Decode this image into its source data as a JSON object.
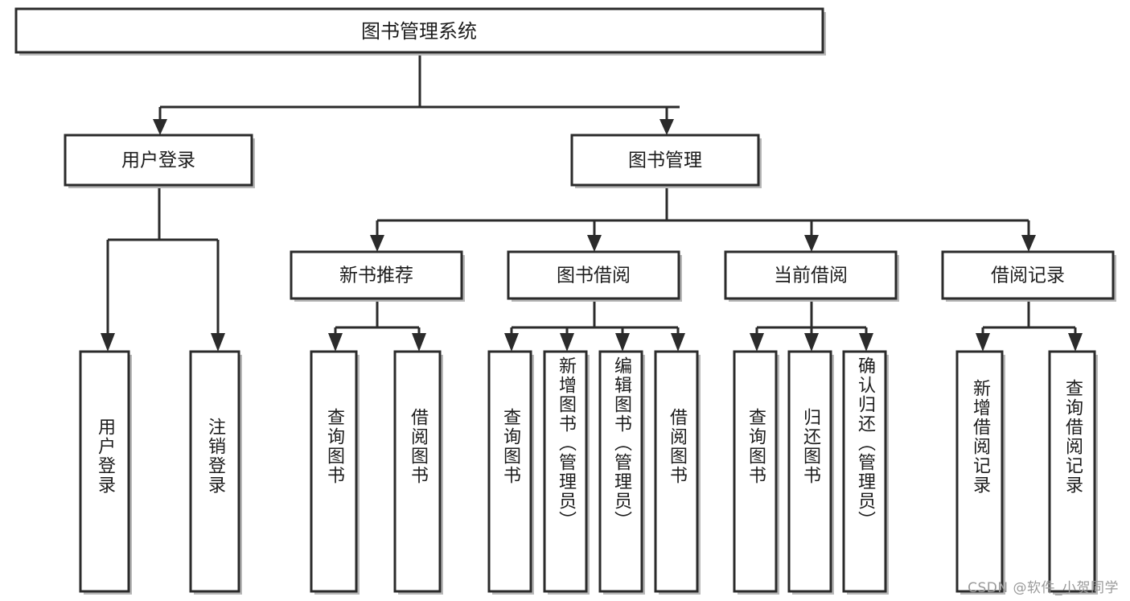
{
  "diagram": {
    "type": "tree-hierarchy-functional-decomposition",
    "title": "图书管理系统",
    "orientation": "top-down",
    "levels": 4,
    "colors": {
      "box_stroke": "#2b2b2b",
      "box_fill": "#ffffff",
      "connector": "#2b2b2b",
      "shadow": "#b8b8b8",
      "text": "#1c1c1c",
      "watermark": "#9a9a9a"
    },
    "root": {
      "id": "root",
      "label": "图书管理系统",
      "level": 0
    },
    "level1": [
      {
        "id": "user-login",
        "label": "用户登录",
        "level": 1,
        "parent": "root"
      },
      {
        "id": "book-management",
        "label": "图书管理",
        "level": 1,
        "parent": "root"
      }
    ],
    "level2": [
      {
        "id": "new-book-recommend",
        "label": "新书推荐",
        "level": 2,
        "parent": "book-management"
      },
      {
        "id": "book-borrow",
        "label": "图书借阅",
        "level": 2,
        "parent": "book-management"
      },
      {
        "id": "current-borrow",
        "label": "当前借阅",
        "level": 2,
        "parent": "book-management"
      },
      {
        "id": "borrow-record",
        "label": "借阅记录",
        "level": 2,
        "parent": "book-management"
      }
    ],
    "leaves": [
      {
        "id": "leaf-user-login",
        "label": "用户登录",
        "parent": "user-login"
      },
      {
        "id": "leaf-user-logout",
        "label": "注销登录",
        "parent": "user-login"
      },
      {
        "id": "leaf-query-book-rec",
        "label": "查询图书",
        "parent": "new-book-recommend"
      },
      {
        "id": "leaf-borrow-book-rec",
        "label": "借阅图书",
        "parent": "new-book-recommend"
      },
      {
        "id": "leaf-query-book-borrow",
        "label": "查询图书",
        "parent": "book-borrow"
      },
      {
        "id": "leaf-add-book-admin",
        "label": "新增图书（管理员）",
        "parent": "book-borrow"
      },
      {
        "id": "leaf-edit-book-admin",
        "label": "编辑图书（管理员）",
        "parent": "book-borrow"
      },
      {
        "id": "leaf-borrow-book",
        "label": "借阅图书",
        "parent": "book-borrow"
      },
      {
        "id": "leaf-query-book-current",
        "label": "查询图书",
        "parent": "current-borrow"
      },
      {
        "id": "leaf-return-book",
        "label": "归还图书",
        "parent": "current-borrow"
      },
      {
        "id": "leaf-confirm-return-admin",
        "label": "确认归还（管理员）",
        "parent": "current-borrow"
      },
      {
        "id": "leaf-add-borrow-record",
        "label": "新增借阅记录",
        "parent": "borrow-record"
      },
      {
        "id": "leaf-query-borrow-record",
        "label": "查询借阅记录",
        "parent": "borrow-record"
      }
    ],
    "watermark": "CSDN @软件_小贺同学"
  }
}
